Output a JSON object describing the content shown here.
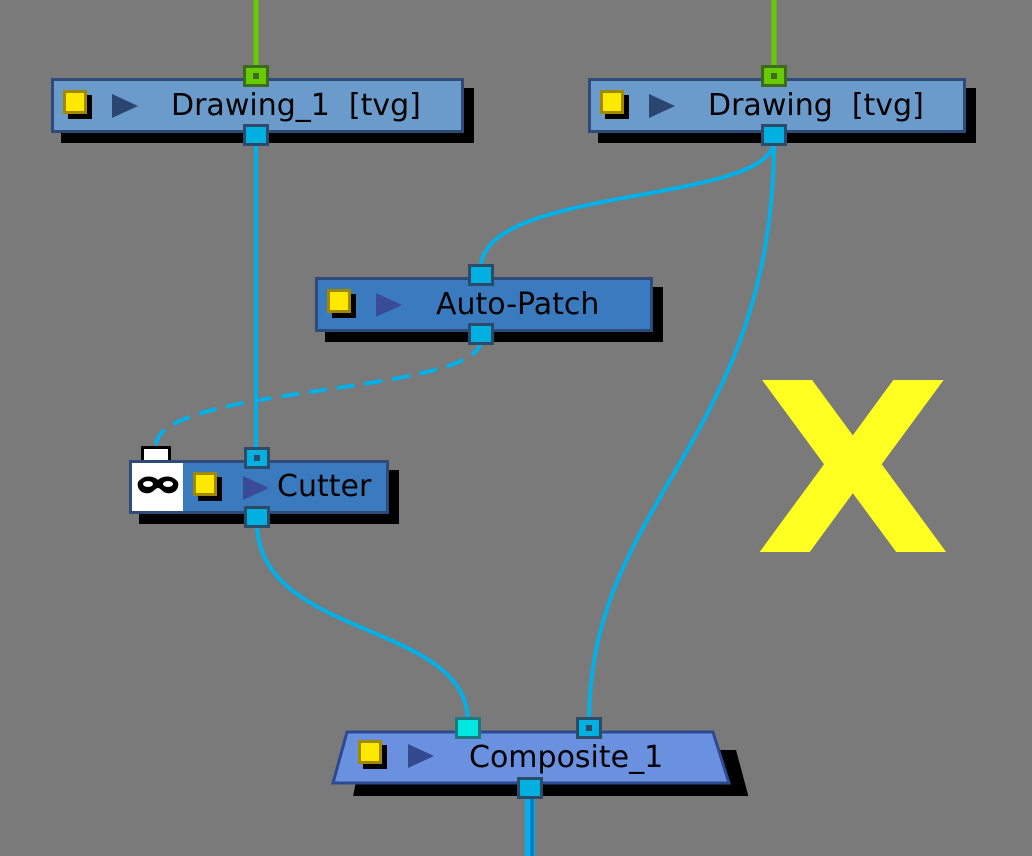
{
  "nodes": {
    "drawing_1": {
      "label": "Drawing_1  [tvg]"
    },
    "drawing": {
      "label": "Drawing  [tvg]"
    },
    "auto_patch": {
      "label": "Auto-Patch"
    },
    "cutter": {
      "label": "Cutter"
    },
    "composite_1": {
      "label": "Composite_1"
    }
  },
  "overlay": {
    "mark": "X"
  },
  "colors": {
    "background": "#7a7a7a",
    "wire": "#00b0e8",
    "green_wire": "#66cc00",
    "drawing_node": "#6a9bcb",
    "effect_node": "#3a7bc0",
    "composite_node": "#6a90e0",
    "mark": "#ffff22"
  }
}
